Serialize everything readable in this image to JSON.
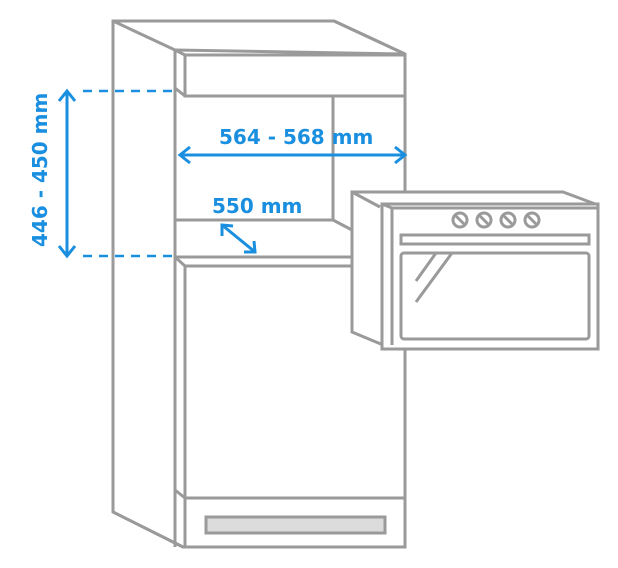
{
  "diagram": {
    "title": "Built-in oven installation dimensions",
    "colors": {
      "outline": "#9a9a9a",
      "dimension": "#1a8fe0",
      "handle_fill": "#dcdcdc",
      "background": "#ffffff"
    },
    "dimensions": {
      "height": "446 - 450 mm",
      "width": "564 - 568 mm",
      "depth": "550 mm"
    },
    "components": {
      "cabinet": "tall housing cabinet",
      "niche": "oven niche",
      "lower_door": "lower cabinet door",
      "plinth_handle": "drawer handle",
      "oven": "built-in compact oven",
      "oven_knobs": 4
    }
  }
}
